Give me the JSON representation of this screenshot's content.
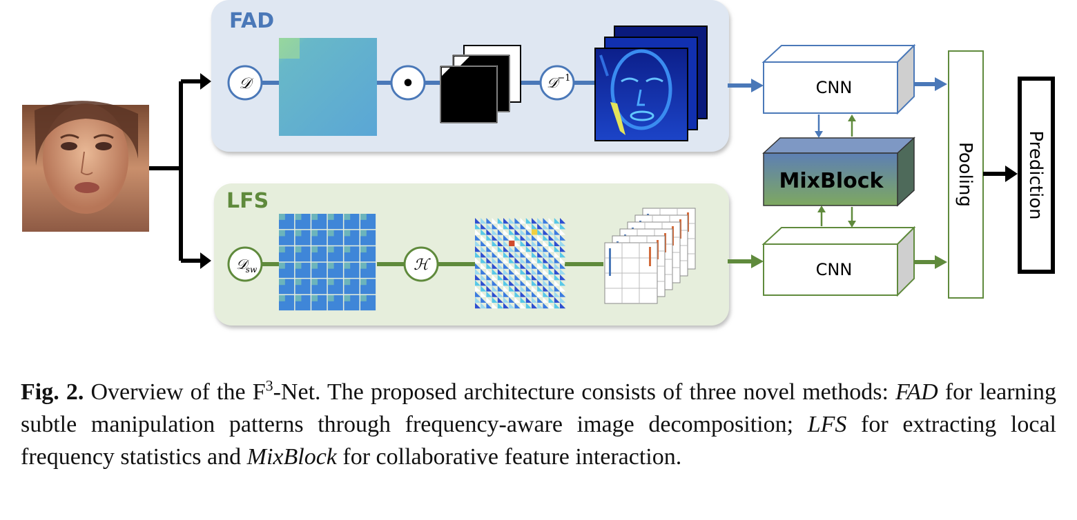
{
  "diagram": {
    "fad_branch": {
      "title": "FAD",
      "dct_op": "𝒟",
      "mask_op": "•",
      "inverse_op_base": "𝒟",
      "inverse_op_sup": "−1"
    },
    "lfs_branch": {
      "title": "LFS",
      "swdct_op_base": "𝒟",
      "swdct_op_sub": "sw",
      "hist_op": "ℋ"
    },
    "cnn_top_label": "CNN",
    "cnn_bottom_label": "CNN",
    "mixblock_label": "MixBlock",
    "pooling_label": "Pooling",
    "prediction_label": "Prediction",
    "colors": {
      "fad_blue": "#4a78b8",
      "fad_panel": "#dfe7f2",
      "lfs_green": "#5f8a3c",
      "lfs_panel": "#e6eedc",
      "mixblock_top": "#5d7fb4",
      "mixblock_bottom": "#7ea860"
    }
  },
  "caption": {
    "label": "Fig. 2.",
    "t1": " Overview of the F",
    "t1_sup": "3",
    "t2": "-Net. The proposed architecture consists of three novel methods: ",
    "fad": "FAD",
    "t3": " for learning subtle manipulation patterns through frequency-aware image decomposition; ",
    "lfs": "LFS",
    "t4": " for extracting local frequency statistics and ",
    "mix": "MixBlock",
    "t5": " for collaborative feature interaction."
  }
}
